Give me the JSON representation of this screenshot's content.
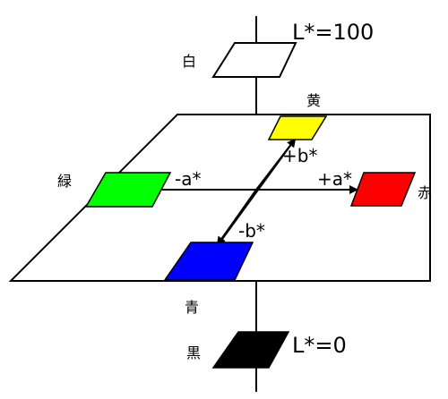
{
  "diagram": {
    "labels": {
      "white": "白",
      "black": "黒",
      "yellow": "黄",
      "red": "赤",
      "green": "緑",
      "blue": "青",
      "l_top": "L*=100",
      "l_bottom": "L*=0",
      "plus_a": "+a*",
      "minus_a": "-a*",
      "plus_b": "+b*",
      "minus_b": "-b*"
    },
    "colors": {
      "white": "#ffffff",
      "black": "#000000",
      "yellow": "#ffff00",
      "red": "#ff0000",
      "green": "#00ff00",
      "blue": "#0000ff",
      "line": "#000000"
    }
  }
}
